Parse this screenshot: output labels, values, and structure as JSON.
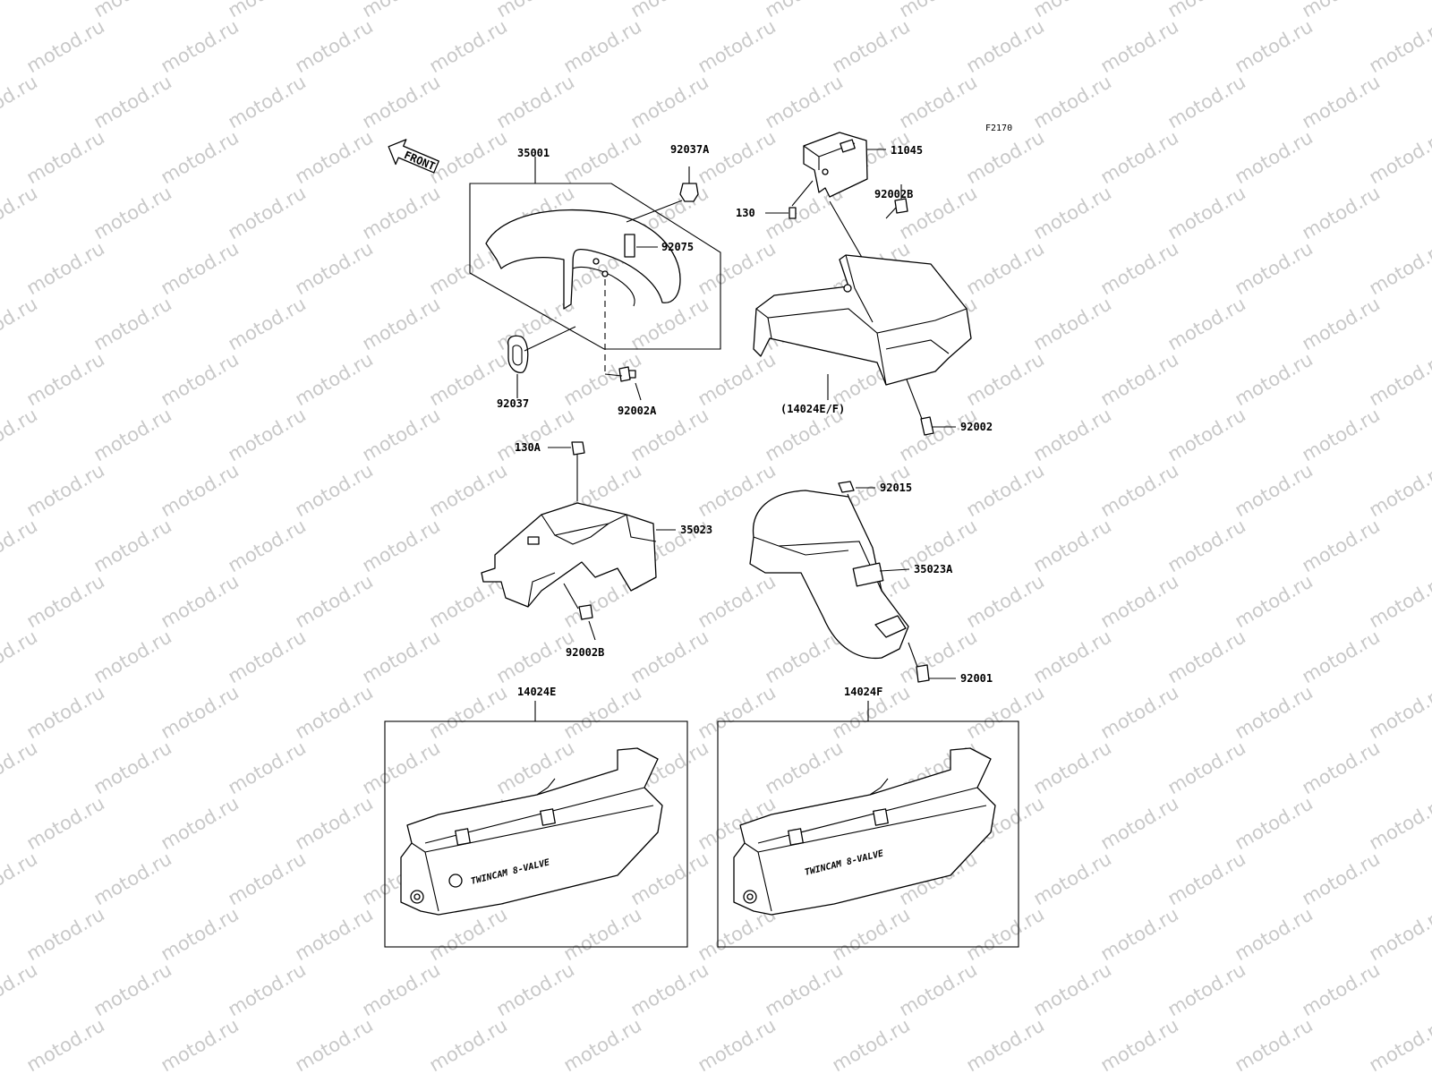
{
  "watermark": {
    "text": "motod.ru"
  },
  "figure_id": "F2170",
  "front_marker": "FRONT",
  "decal_text": "TWINCAM 8-VALVE",
  "callouts": {
    "c35001": "35001",
    "c92037A": "92037A",
    "c92075": "92075",
    "c92037": "92037",
    "c92002A": "92002A",
    "c11045": "11045",
    "c130": "130",
    "c92002B_top": "92002B",
    "c14024EF": "(14024E/F)",
    "c92002": "92002",
    "c130A": "130A",
    "c35023": "35023",
    "c92002B_bottom": "92002B",
    "c92015": "92015",
    "c35023A": "35023A",
    "c92001": "92001",
    "c14024E": "14024E",
    "c14024F": "14024F"
  }
}
